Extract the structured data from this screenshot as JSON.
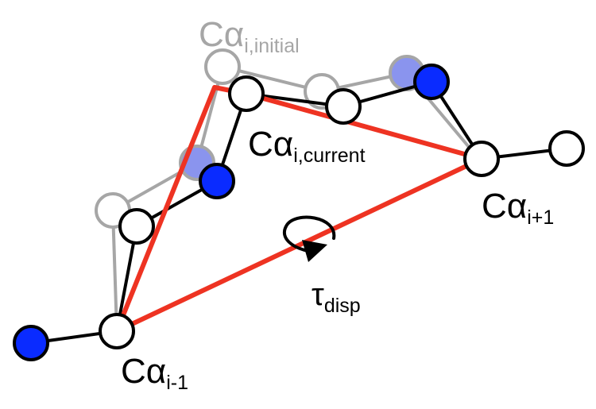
{
  "labels": {
    "ca_initial": {
      "base": "Cα",
      "sub": "i,initial"
    },
    "ca_current": {
      "base": "Cα",
      "sub": "i,current"
    },
    "ca_next": {
      "base": "Cα",
      "sub": "i+1"
    },
    "ca_prev": {
      "base": "Cα",
      "sub": "i-1"
    },
    "tau": {
      "base": "τ",
      "sub": "disp"
    }
  },
  "colors": {
    "initial_chain": "#a6a6a6",
    "current_chain": "#000000",
    "rotation_axis": "#ee3322",
    "blue_atom": "#0a2bff",
    "faded_blue_atom": "#8a94ee",
    "white_atom": "#ffffff",
    "initial_label": "#a6a6a6",
    "label": "#000000"
  }
}
